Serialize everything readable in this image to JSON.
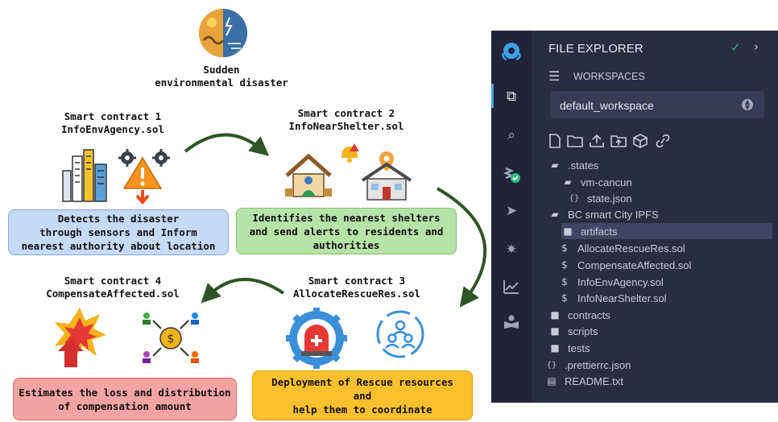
{
  "diagram": {
    "disaster_title": "Sudden\nenvironmental disaster",
    "sc1": {
      "title": "Smart contract 1\nInfoEnvAgency.sol",
      "desc": "Detects the disaster\nthrough sensors and Inform\nnearest authority about location"
    },
    "sc2": {
      "title": "Smart contract 2\nInfoNearShelter.sol",
      "desc": "Identifies the nearest shelters\nand send alerts to residents and\nauthorities"
    },
    "sc3": {
      "title": "Smart contract 3\nAllocateRescueRes.sol",
      "desc": "Deployment of Rescue resources\nand\nhelp them to coordinate"
    },
    "sc4": {
      "title": "Smart contract 4\nCompensateAffected.sol",
      "desc": "Estimates the loss and distribution\nof compensation amount"
    }
  },
  "ide": {
    "panel_title": "FILE EXPLORER",
    "workspaces_label": "WORKSPACES",
    "workspace_selected": "default_workspace",
    "colors": {
      "accent": "#2ebd85",
      "bg": "#2a2c3f",
      "rail": "#222336",
      "selected": "#414464"
    },
    "rail_icons": [
      "remix-logo-icon",
      "files-icon",
      "search-icon",
      "compile-icon",
      "deploy-icon",
      "debug-icon",
      "analytics-icon",
      "learn-icon"
    ],
    "toolbar_icons": [
      "new-file-icon",
      "new-folder-icon",
      "upload-icon",
      "upload-folder-icon",
      "package-icon",
      "link-icon"
    ],
    "tree": [
      {
        "label": ".states",
        "icon": "folder-open-icon",
        "level": 0
      },
      {
        "label": "vm-cancun",
        "icon": "folder-open-icon",
        "level": 1
      },
      {
        "label": "state.json",
        "icon": "json-icon",
        "level": 2
      },
      {
        "label": "BC smart City IPFS",
        "icon": "folder-open-icon",
        "level": 0
      },
      {
        "label": "artifacts",
        "icon": "folder-icon",
        "level": 1,
        "selected": true
      },
      {
        "label": "AllocateRescueRes.sol",
        "icon": "solidity-icon",
        "level": 1
      },
      {
        "label": "CompensateAffected.sol",
        "icon": "solidity-icon",
        "level": 1
      },
      {
        "label": "InfoEnvAgency.sol",
        "icon": "solidity-icon",
        "level": 1
      },
      {
        "label": "InfoNearShelter.sol",
        "icon": "solidity-icon",
        "level": 1
      },
      {
        "label": "contracts",
        "icon": "folder-icon",
        "level": 0
      },
      {
        "label": "scripts",
        "icon": "folder-icon",
        "level": 0
      },
      {
        "label": "tests",
        "icon": "folder-icon",
        "level": 0
      },
      {
        "label": ".prettierrc.json",
        "icon": "json-icon",
        "level": 0
      },
      {
        "label": "README.txt",
        "icon": "text-file-icon",
        "level": 0
      }
    ]
  }
}
